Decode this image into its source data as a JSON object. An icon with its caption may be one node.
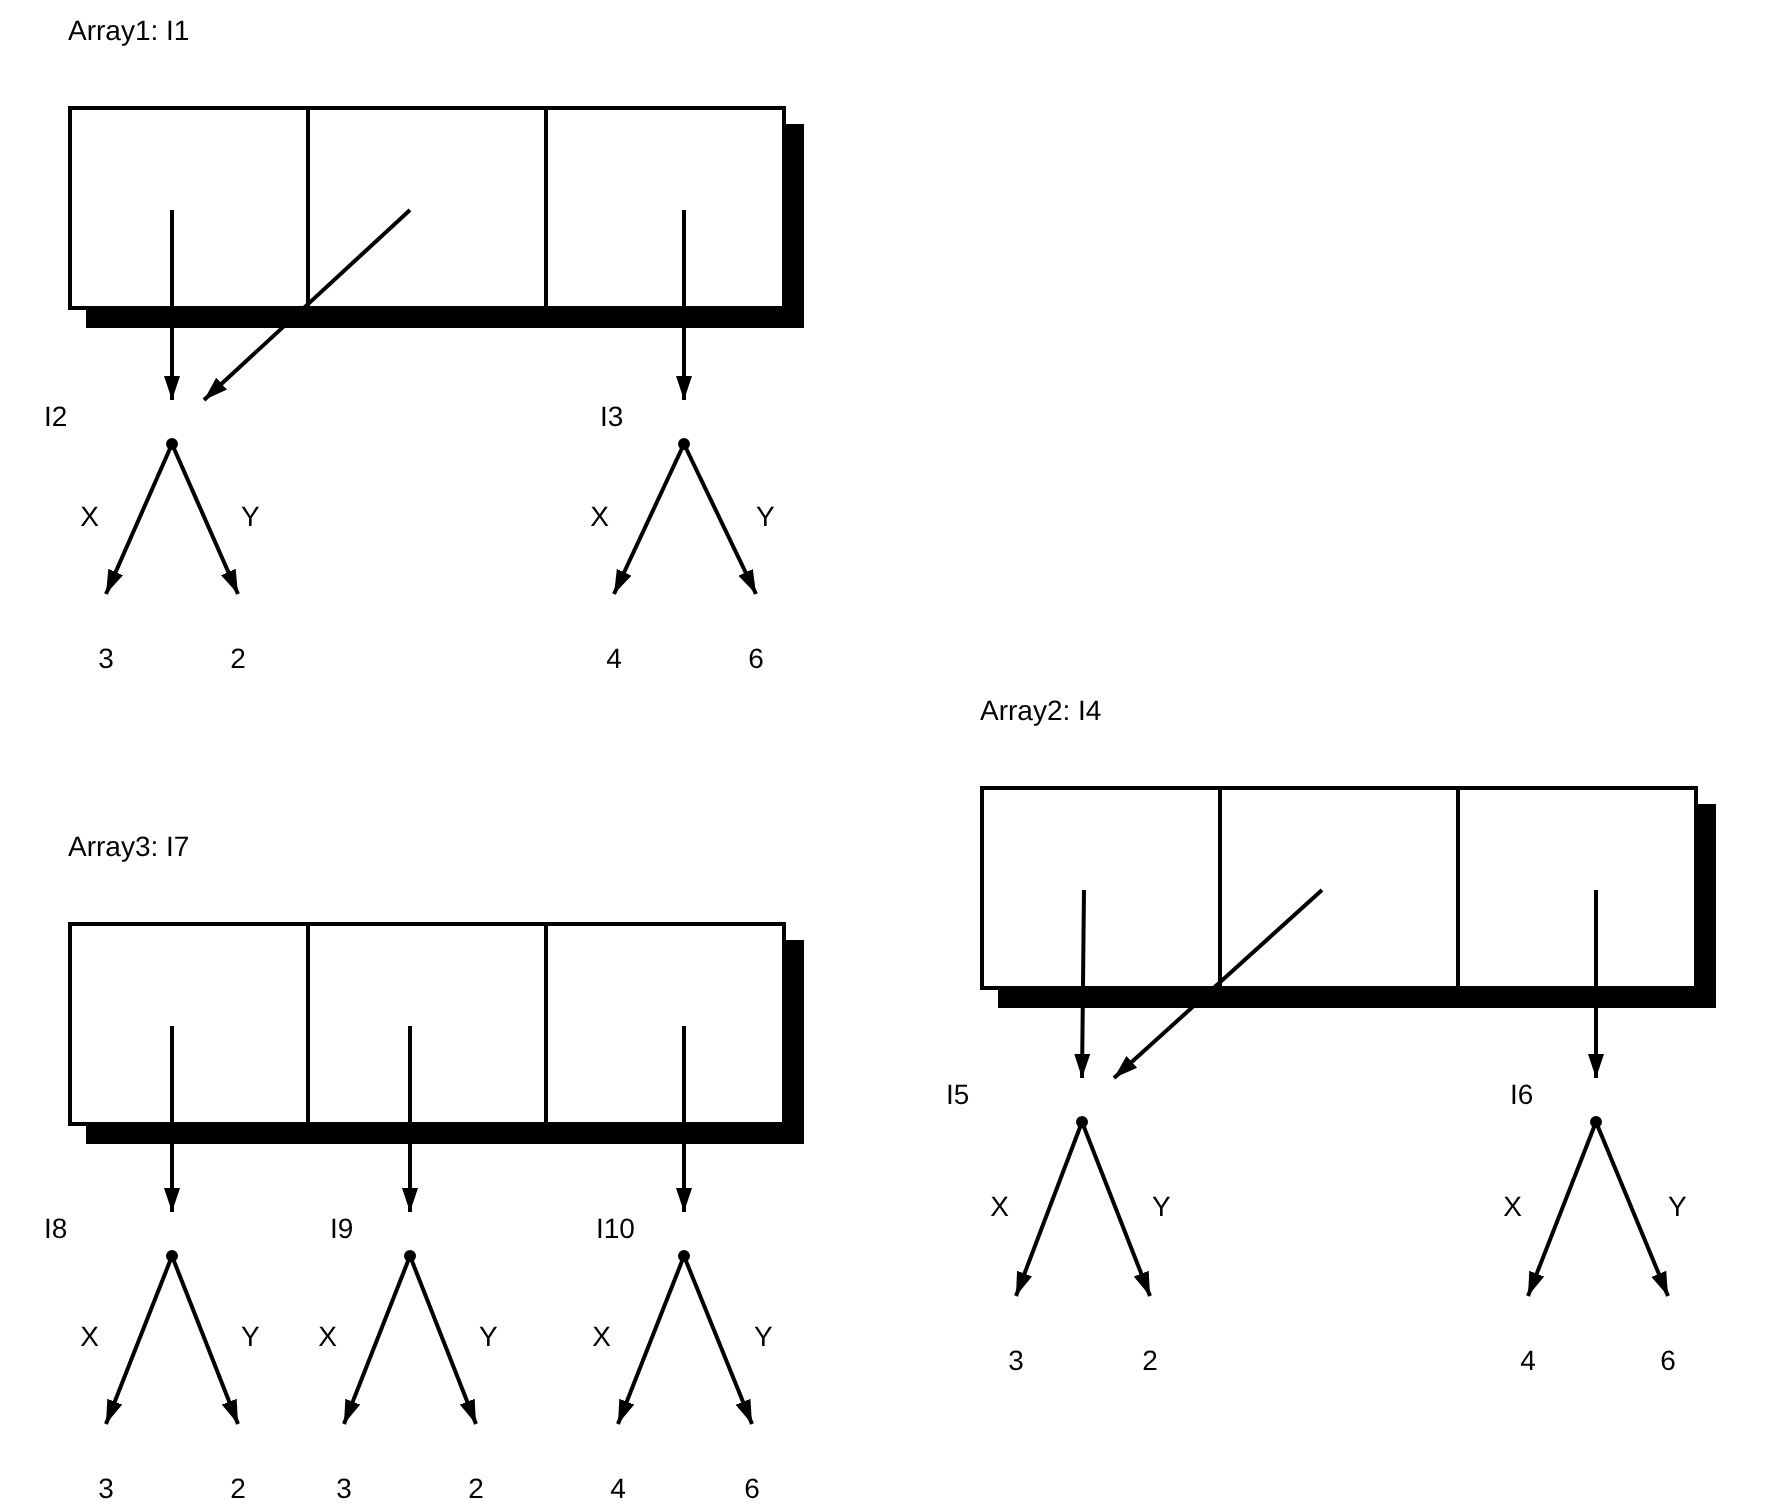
{
  "diagram": {
    "nodes": [
      {
        "text": [
          "Array1: I1"
        ]
      },
      {
        "text": [],
        "shape": "box",
        "in": 0
      },
      {
        "text": [],
        "shape": "box",
        "in": 0
      },
      {
        "text": [],
        "shape": "box",
        "in": 0
      },
      {
        "text": [],
        "shape": "point",
        "beside": [
          "I2"
        ]
      },
      {
        "text": [],
        "shape": "point",
        "beside": [
          "I3"
        ]
      },
      {
        "text": [
          "3"
        ]
      },
      {
        "text": [
          "2"
        ]
      },
      {
        "text": [
          "4"
        ]
      },
      {
        "text": [
          "6"
        ]
      },
      {
        "text": [
          "Array2: I4"
        ]
      },
      {
        "text": [],
        "shape": "box",
        "in": 10
      },
      {
        "text": [],
        "shape": "box",
        "in": 10
      },
      {
        "text": [],
        "shape": "box",
        "in": 10
      },
      {
        "text": [],
        "shape": "point",
        "beside": [
          "I5"
        ]
      },
      {
        "text": [],
        "shape": "point",
        "beside": [
          "I6"
        ]
      },
      {
        "text": [
          "3"
        ]
      },
      {
        "text": [
          "2"
        ]
      },
      {
        "text": [
          "4"
        ]
      },
      {
        "text": [
          "6"
        ]
      },
      {
        "text": [
          "Array3: I7"
        ]
      },
      {
        "text": [],
        "shape": "box",
        "in": 20
      },
      {
        "text": [],
        "shape": "box",
        "in": 20
      },
      {
        "text": [],
        "shape": "box",
        "in": 20
      },
      {
        "text": [],
        "shape": "point",
        "beside": [
          "I8"
        ]
      },
      {
        "text": [],
        "shape": "point",
        "beside": [
          "I9"
        ]
      },
      {
        "text": [],
        "shape": "point",
        "beside": [
          "I10"
        ]
      },
      {
        "text": [
          "3"
        ]
      },
      {
        "text": [
          "2"
        ]
      },
      {
        "text": [
          "3"
        ]
      },
      {
        "text": [
          "2"
        ]
      },
      {
        "text": [
          "4"
        ]
      },
      {
        "text": [
          "6"
        ]
      }
    ],
    "edges": [
      {
        "from": 1,
        "to": 4,
        "arrow": "to"
      },
      {
        "from": 2,
        "to": 4,
        "arrow": "to"
      },
      {
        "from": 3,
        "to": 5,
        "arrow": "to"
      },
      {
        "from": 4,
        "to": 6,
        "label": "X",
        "arrow": "to"
      },
      {
        "from": 4,
        "to": 7,
        "label": "Y",
        "arrow": "to"
      },
      {
        "from": 5,
        "to": 8,
        "label": "X",
        "arrow": "to"
      },
      {
        "from": 5,
        "to": 9,
        "label": "Y",
        "arrow": "to"
      },
      {
        "from": 11,
        "to": 14,
        "arrow": "to"
      },
      {
        "from": 12,
        "to": 14,
        "arrow": "to"
      },
      {
        "from": 13,
        "to": 15,
        "arrow": "to"
      },
      {
        "from": 14,
        "to": 16,
        "label": "X",
        "arrow": "to"
      },
      {
        "from": 14,
        "to": 17,
        "label": "Y",
        "arrow": "to"
      },
      {
        "from": 15,
        "to": 18,
        "label": "X",
        "arrow": "to"
      },
      {
        "from": 15,
        "to": 19,
        "label": "Y",
        "arrow": "to"
      },
      {
        "from": 21,
        "to": 24,
        "arrow": "to"
      },
      {
        "from": 22,
        "to": 25,
        "arrow": "to"
      },
      {
        "from": 23,
        "to": 26,
        "arrow": "to"
      },
      {
        "from": 24,
        "to": 27,
        "label": "X",
        "arrow": "to"
      },
      {
        "from": 24,
        "to": 28,
        "label": "Y",
        "arrow": "to"
      },
      {
        "from": 25,
        "to": 29,
        "label": "X",
        "arrow": "to"
      },
      {
        "from": 25,
        "to": 30,
        "label": "Y",
        "arrow": "to"
      },
      {
        "from": 26,
        "to": 31,
        "label": "X",
        "arrow": "to"
      },
      {
        "from": 26,
        "to": 32,
        "label": "Y",
        "arrow": "to"
      }
    ]
  }
}
